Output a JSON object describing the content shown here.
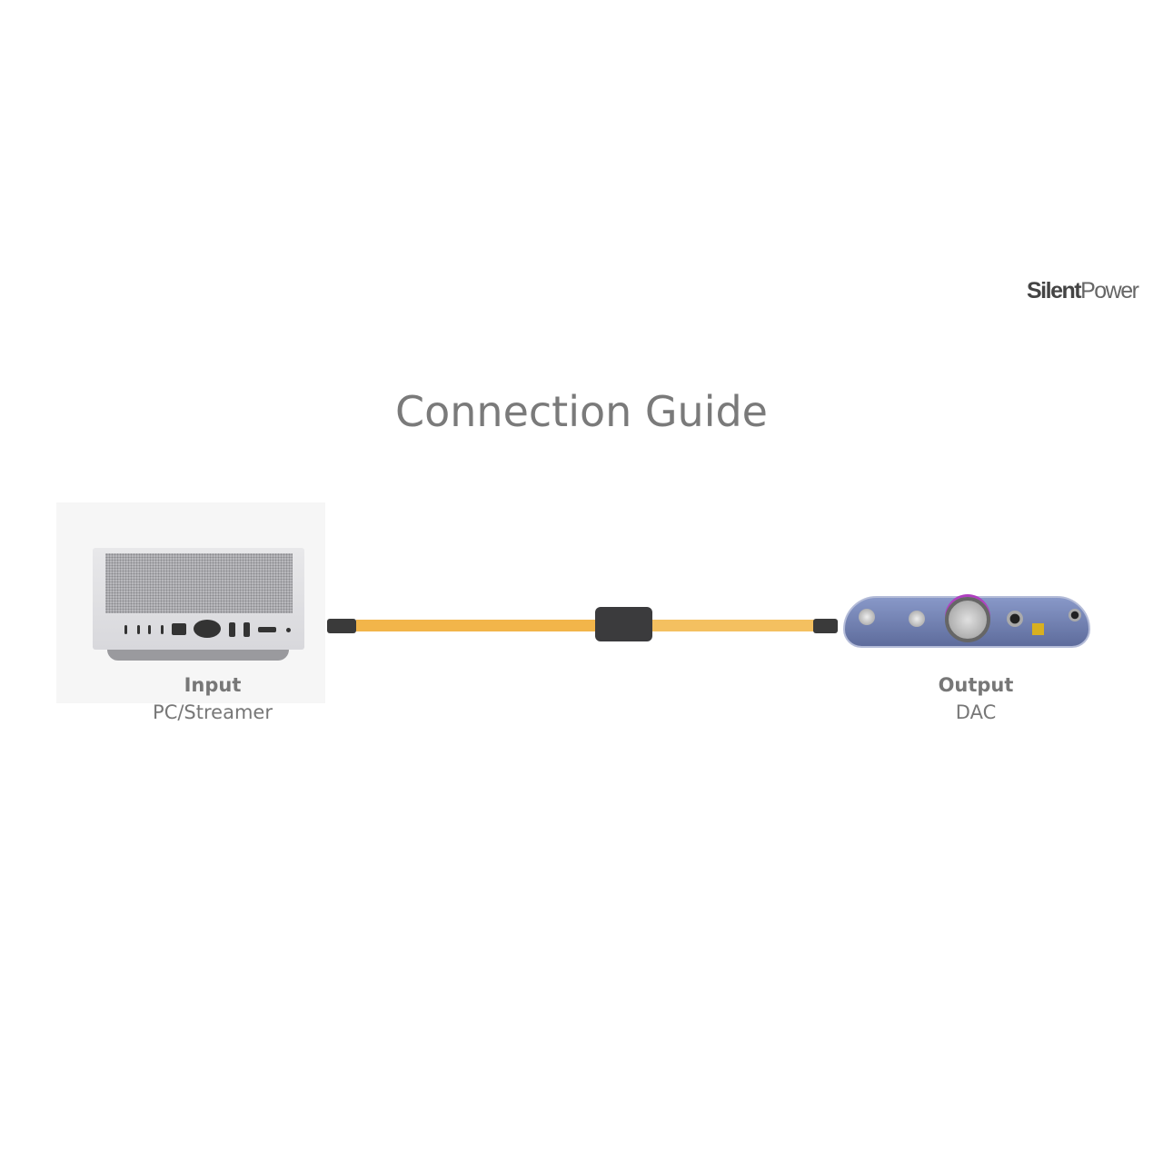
{
  "brand": {
    "logo_bold": "Silent",
    "logo_light": "Power"
  },
  "title": "Connection Guide",
  "input": {
    "label": "Input",
    "sublabel": "PC/Streamer"
  },
  "output": {
    "label": "Output",
    "sublabel": "DAC"
  },
  "colors": {
    "cable": "#f2b54a",
    "title": "#7a7a7a",
    "filter": "#3b3b3d"
  }
}
